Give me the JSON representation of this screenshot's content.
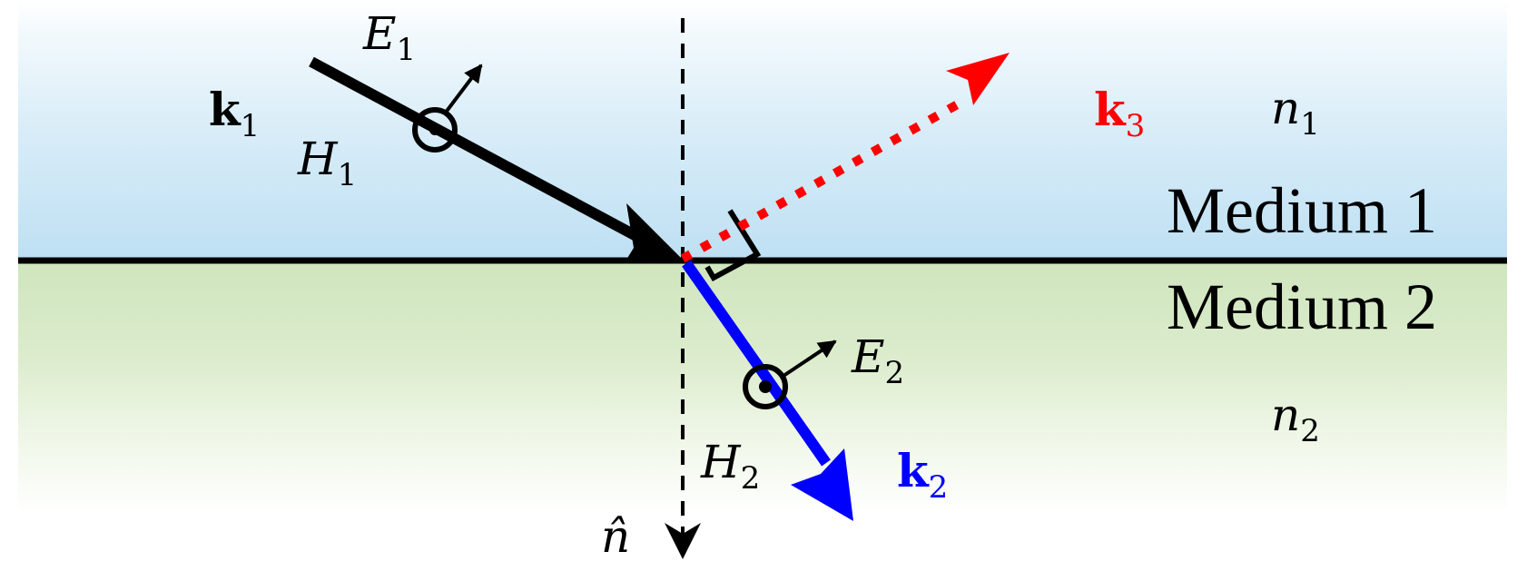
{
  "diagram": {
    "title": "",
    "colors": {
      "incident": "#000000",
      "reflected": "#ff0000",
      "transmitted": "#0000ff",
      "medium1_bg": "#bee0f3",
      "medium2_bg": "#cfe5bd",
      "interface": "#000000"
    },
    "media": [
      {
        "name": "Medium 1",
        "index_symbol": "n",
        "index_sub": "1"
      },
      {
        "name": "Medium 2",
        "index_symbol": "n",
        "index_sub": "2"
      }
    ],
    "vectors": {
      "k1": {
        "symbol": "k",
        "sub": "1",
        "role": "incident wave vector"
      },
      "k2": {
        "symbol": "k",
        "sub": "2",
        "role": "transmitted wave vector"
      },
      "k3": {
        "symbol": "k",
        "sub": "3",
        "role": "reflected wave vector"
      }
    },
    "fields": {
      "E1": {
        "symbol": "E",
        "sub": "1"
      },
      "H1": {
        "symbol": "H",
        "sub": "1"
      },
      "E2": {
        "symbol": "E",
        "sub": "2"
      },
      "H2": {
        "symbol": "H",
        "sub": "2"
      }
    },
    "normal": {
      "symbol": "n̂"
    },
    "annotations": [
      "right angle between reflected k3 and transmitted k2"
    ]
  }
}
